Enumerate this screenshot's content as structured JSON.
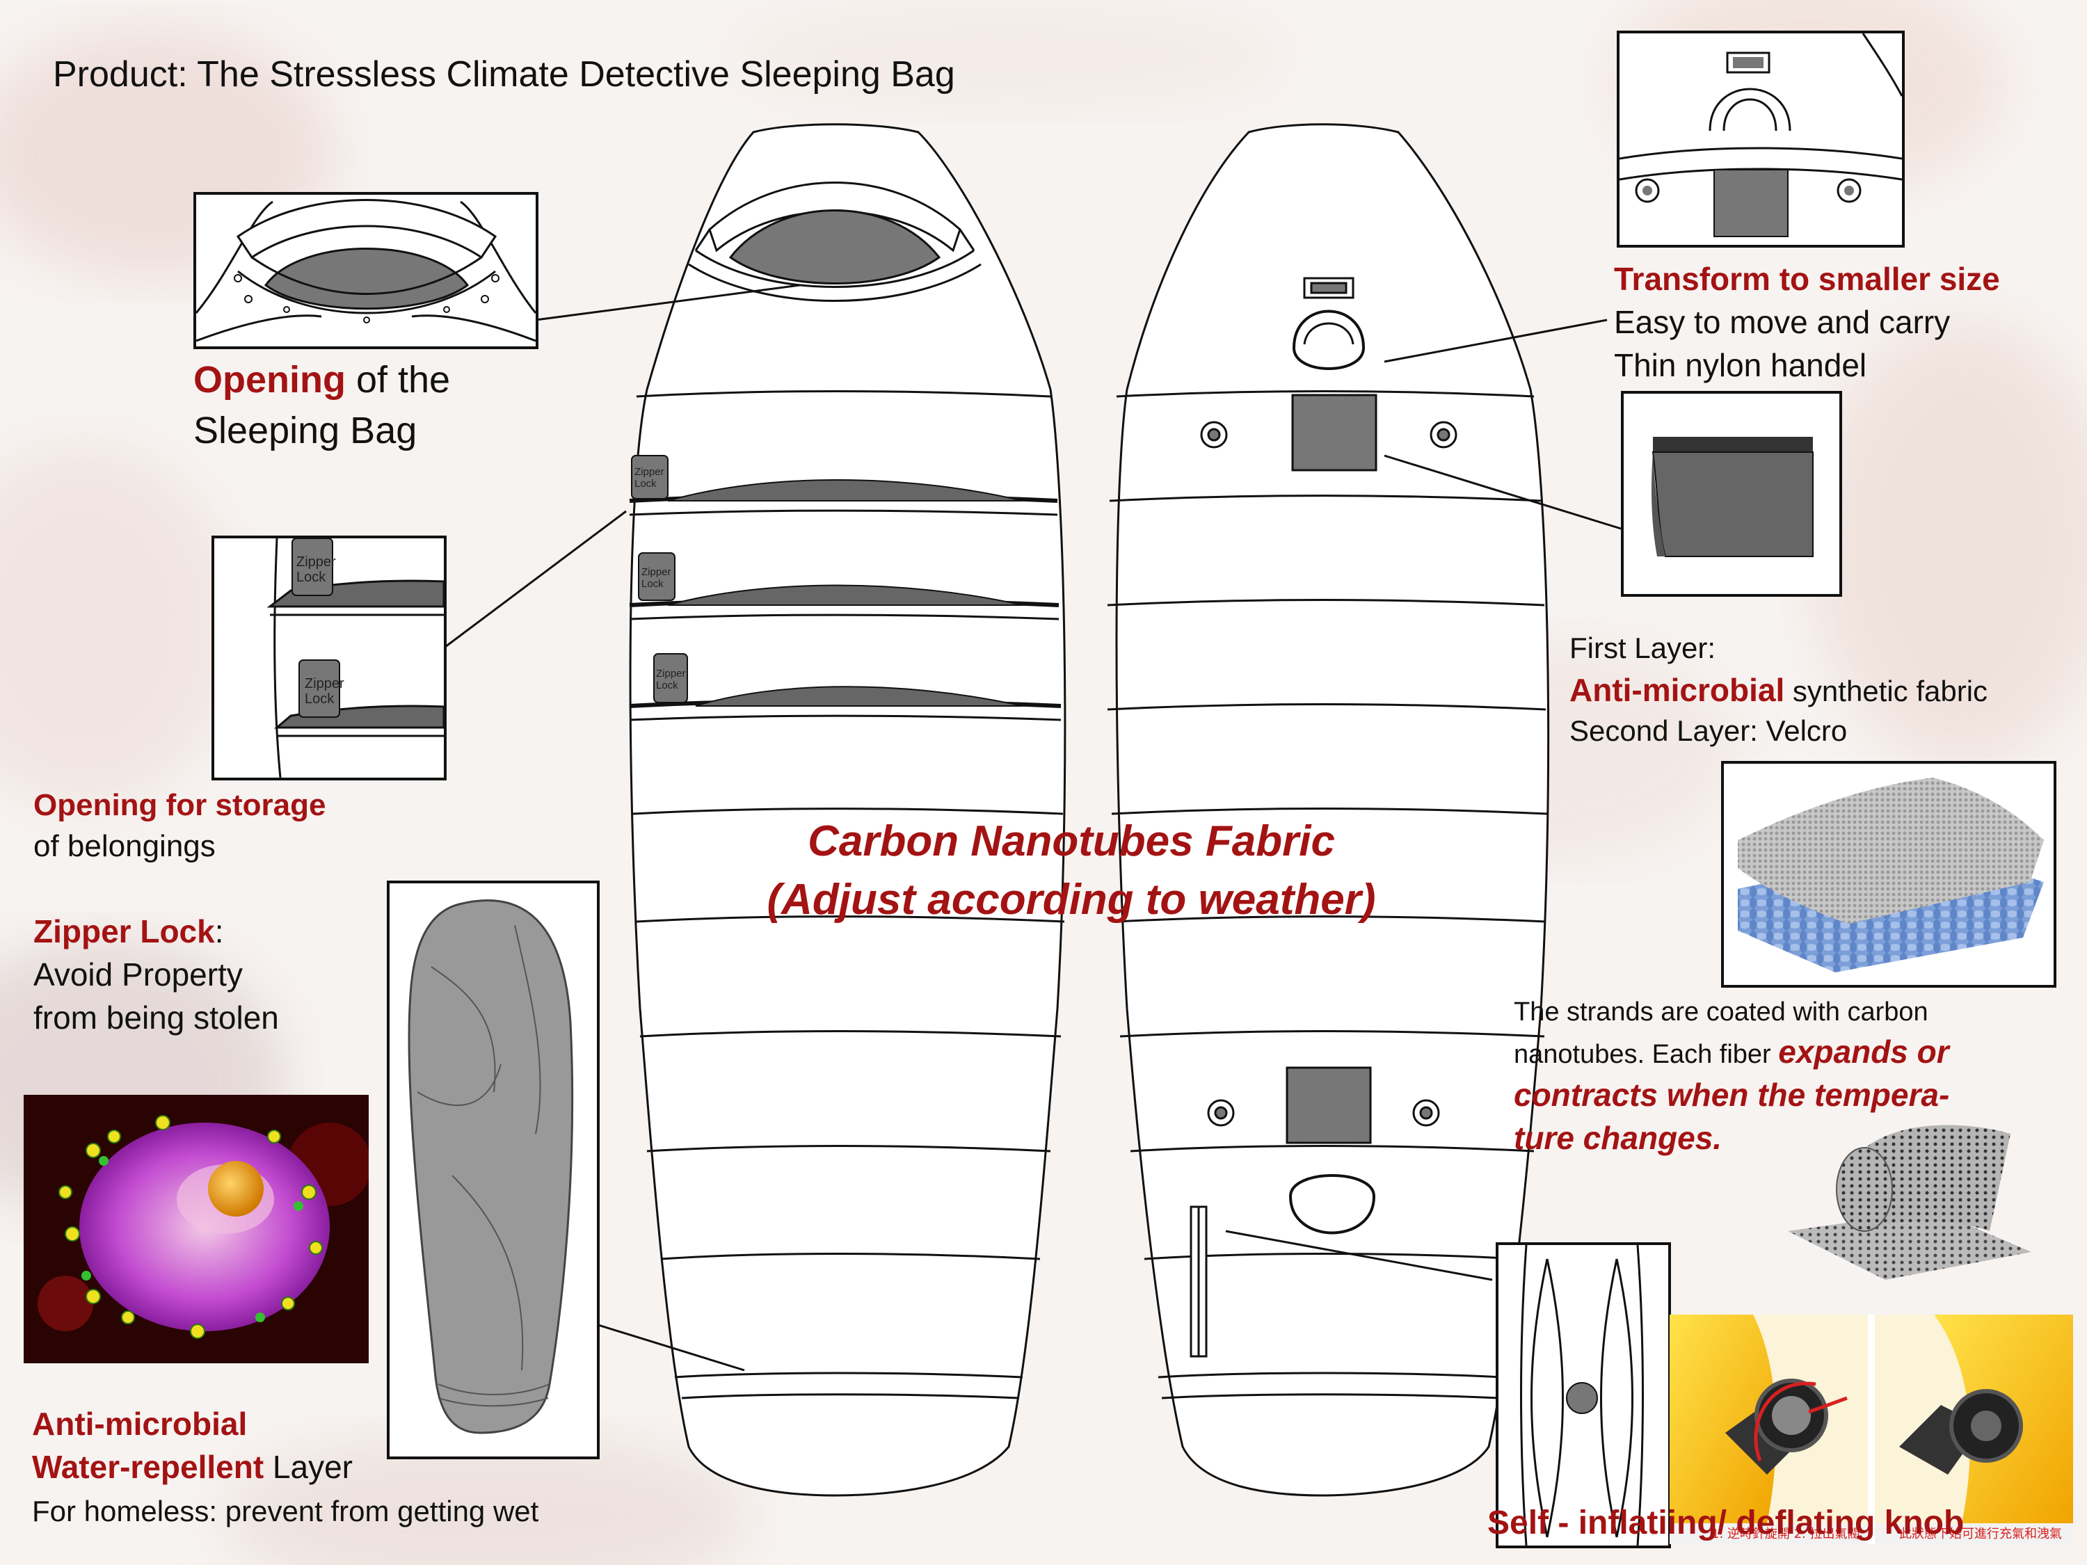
{
  "title": "Product: The Stressless Climate Detective Sleeping Bag",
  "center": {
    "line1": "Carbon Nanotubes Fabric",
    "line2": "(Adjust according to weather)"
  },
  "opening": {
    "bold": "Opening",
    "rest": " of the",
    "line2": "Sleeping Bag"
  },
  "storage": {
    "bold": "Opening for storage",
    "line2": "of belongings"
  },
  "zipper": {
    "bold": "Zipper Lock",
    "colon": ":",
    "line2": "Avoid Property",
    "line3": "from being stolen"
  },
  "zipper_tag": [
    "Zipper",
    "Lock"
  ],
  "antimicrobial_layer": {
    "bold1": "Anti-microbial",
    "bold2": "Water-repellent",
    "rest2": " Layer",
    "line3": "For homeless: prevent from getting wet"
  },
  "transform": {
    "bold": "Transform to smaller size",
    "line2": "Easy to move and carry",
    "line3": "Thin nylon handel"
  },
  "layers": {
    "line1": "First Layer:",
    "bold": "Anti-microbial",
    "rest": " synthetic fabric",
    "line3": "Second Layer: Velcro"
  },
  "strands": {
    "line1": "The strands are coated with carbon",
    "line2a": "nanotubes. Each fiber ",
    "line2b": "expands or",
    "line3": "contracts when the tempera-",
    "line4": "ture changes."
  },
  "knob": {
    "label": "Self - inflatiing/ deflating knob",
    "caption_left": "1. 逆時針旋開 2. 拉出氣閥",
    "caption_right": "此狀態下始可進行充氣和洩氣"
  },
  "colors": {
    "accent": "#a31313",
    "fill_gray": "#777777",
    "line": "#111111"
  },
  "icons": [
    "sleeping-bag-front",
    "sleeping-bag-back",
    "velcro-flap",
    "carbon-fabric",
    "nanotube",
    "bacteria-cell",
    "valve-knob"
  ]
}
